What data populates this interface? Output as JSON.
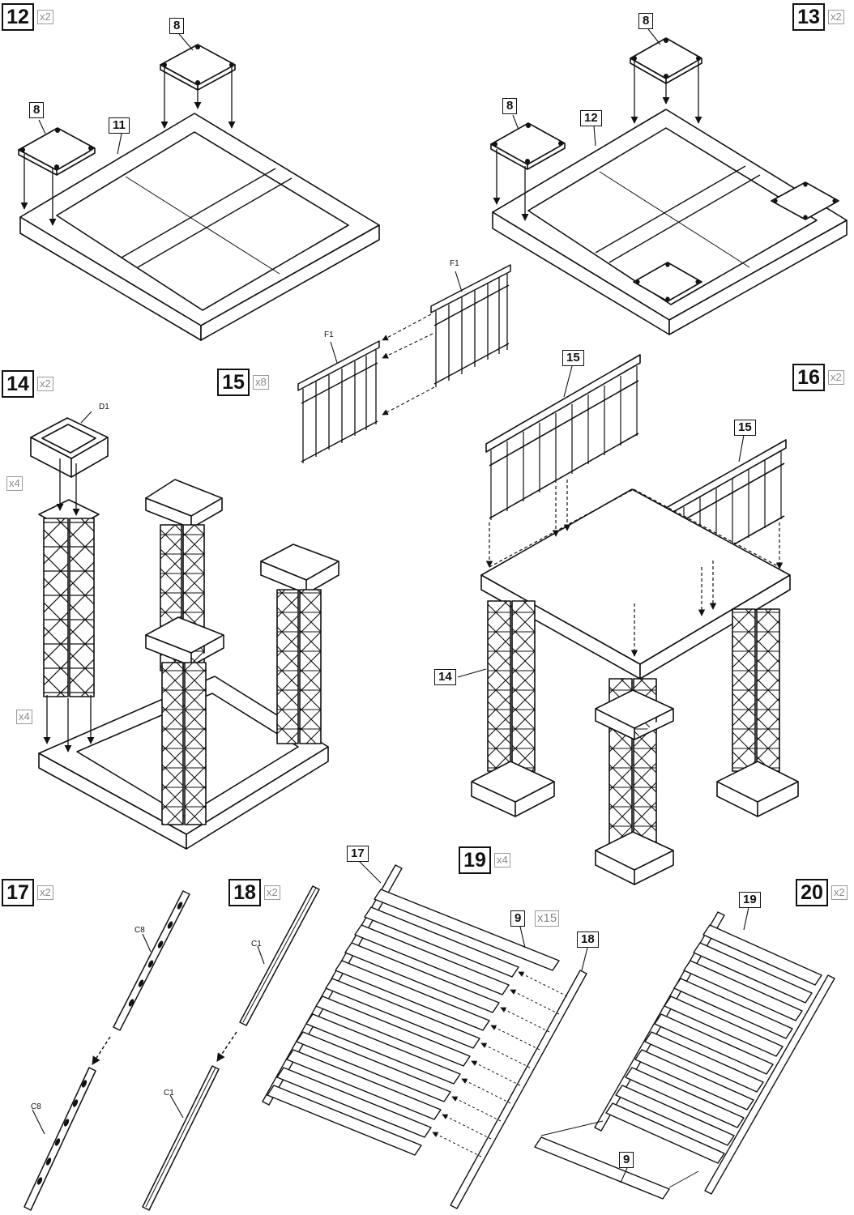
{
  "steps": [
    {
      "number": "12",
      "multiplier": "x2"
    },
    {
      "number": "13",
      "multiplier": "x2"
    },
    {
      "number": "14",
      "multiplier": "x2"
    },
    {
      "number": "15",
      "multiplier": "x8"
    },
    {
      "number": "16",
      "multiplier": "x2"
    },
    {
      "number": "17",
      "multiplier": "x2"
    },
    {
      "number": "18",
      "multiplier": "x2"
    },
    {
      "number": "19",
      "multiplier": "x4"
    },
    {
      "number": "20",
      "multiplier": "x2"
    }
  ],
  "callouts": {
    "s12_plate_top": "8",
    "s12_plate_left": "8",
    "s12_base": "11",
    "s13_plate_top": "8",
    "s13_plate_left": "8",
    "s13_base": "12",
    "s16_railing_a": "15",
    "s16_railing_b": "15",
    "s16_tower": "14",
    "s19_stringer_left": "17",
    "s19_tread": "9",
    "s19_tread_qty": "x15",
    "s19_stringer_right": "18",
    "s20_stair": "19",
    "s20_tread": "9"
  },
  "codes": {
    "s14_cap": "D1",
    "s14_qty_cap": "x4",
    "s14_qty_tower": "x4",
    "s15_left": "F1",
    "s15_right": "F1",
    "s17_upper": "C8",
    "s17_lower": "C8",
    "s18_upper": "C1",
    "s18_lower": "C1"
  },
  "colors": {
    "line": "#111111",
    "multiplier_grey": "#8a8a8a",
    "background": "#ffffff"
  }
}
